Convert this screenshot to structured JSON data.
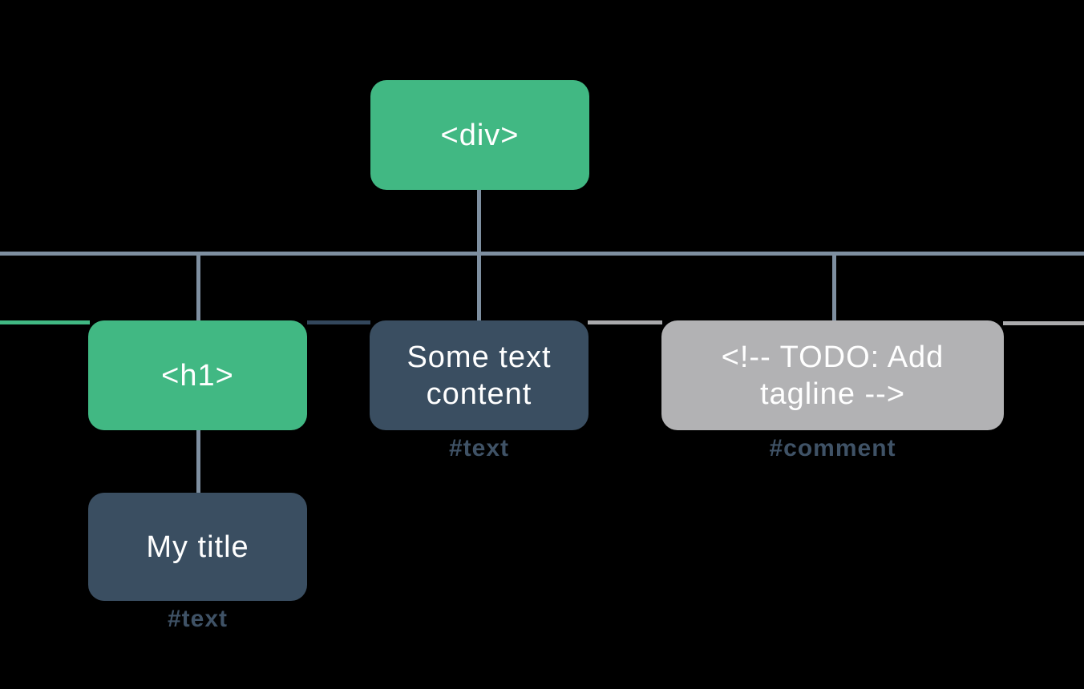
{
  "diagram": {
    "type": "dom-tree",
    "nodes": {
      "div": {
        "label": "<div>",
        "kind": "element"
      },
      "h1": {
        "label": "<h1>",
        "kind": "element"
      },
      "text_content": {
        "label": "Some text\ncontent",
        "kind": "text",
        "type_label": "#text"
      },
      "comment": {
        "label": "<!-- TODO: Add\ntagline  -->",
        "kind": "comment",
        "type_label": "#comment"
      },
      "my_title": {
        "label": "My title",
        "kind": "text",
        "type_label": "#text"
      }
    },
    "colors": {
      "element_node": "#41b883",
      "text_node": "#3a4e61",
      "comment_node": "#b2b2b4",
      "connector": "#7e8fa0",
      "type_label_text": "#3f5266",
      "node_text": "#ffffff",
      "background": "#000000"
    }
  }
}
